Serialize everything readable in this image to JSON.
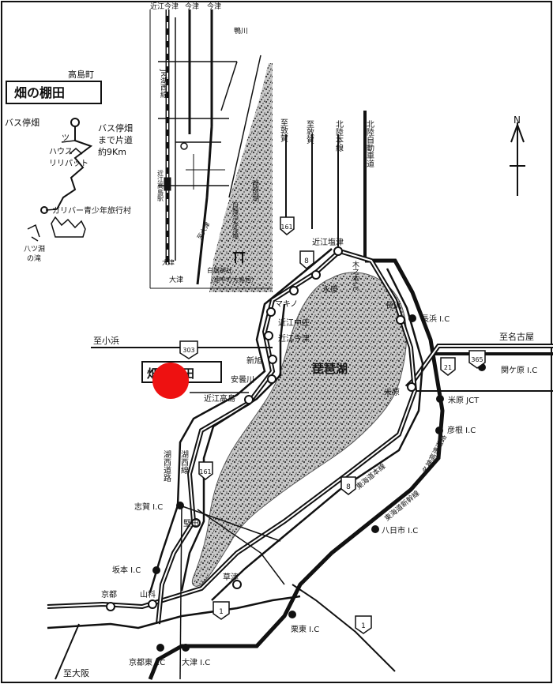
{
  "title_box": "畑の棚田",
  "inset": {
    "town": "高島町",
    "bus_stop": "バス停畑",
    "route_note_1": "バス停畑",
    "route_note_2": "まで片道",
    "route_note_3": "約9Km",
    "house_1": "ツ",
    "house_2": "ハウス",
    "house_3": "リリパット",
    "camp": "ガリバー青少年旅行村",
    "falls_1": "八ツ淵",
    "falls_2": "の滝"
  },
  "local_map": {
    "top_1": "近江今津",
    "top_2": "今津",
    "top_3": "今津",
    "river": "鴨川",
    "jr_line": "JR湖西線",
    "station": "近江高島駅",
    "lake_1": "琵琶湖",
    "lake_2": "白鬚浜水泳場",
    "shrine_1": "白鬚神社",
    "shrine_2": "（湖中の大鳥居）",
    "to_otsu_1": "大津",
    "to_otsu_2": "大津",
    "road": "至大津"
  },
  "compass": "N",
  "lines": {
    "kosei_road": "湖西道路",
    "kosei_line": "湖西線",
    "to_tsuruga_1": "至敦賀",
    "to_tsuruga_2": "至敦賀",
    "hokuriku_line": "北陸本線",
    "hokuriku_exp": "北陸自動車道",
    "meishin": "名神高速道路",
    "tokaido": "東海道本線",
    "shinkansen": "東海道新幹線"
  },
  "stations": {
    "omi_shiotsu": "近江塩津",
    "nagahara": "永原",
    "makino": "マキノ",
    "omi_nakasho": "近江中庄",
    "omi_imazu": "近江今津",
    "shin_asahi": "新旭",
    "adogawa": "安曇川",
    "omi_takashima": "近江高島",
    "nagahama": "長浜",
    "maibara": "米原",
    "katata": "堅田",
    "kusatsu": "草津",
    "yamashina": "山科",
    "kyoto": "京都",
    "kinomoto_ic": "木之本I.C"
  },
  "destinations": {
    "to_obama": "至小浜",
    "to_nagoya": "至名古屋",
    "to_osaka": "至大阪",
    "lake": "琵琶湖",
    "target": "畑の棚田"
  },
  "ics": {
    "nagahama": "長浜 I.C",
    "sekigahara": "関ケ原 I.C",
    "maibara_jct": "米原 JCT",
    "hikone": "彦根 I.C",
    "yokaichi": "八日市 I.C",
    "ritto": "栗東 I.C",
    "shiga": "志賀 I.C",
    "sakamoto": "坂本 I.C",
    "kyoto_higashi": "京都東 I.C",
    "otsu": "大津 I.C"
  },
  "route_numbers": {
    "r161a": "161",
    "r161b": "161",
    "r8": "8",
    "r303": "303",
    "r21": "21",
    "r365": "365",
    "r1a": "1",
    "r1b": "1"
  },
  "colors": {
    "ink": "#111111",
    "lake": "#a8a8a8",
    "marker": "#ee1111"
  }
}
